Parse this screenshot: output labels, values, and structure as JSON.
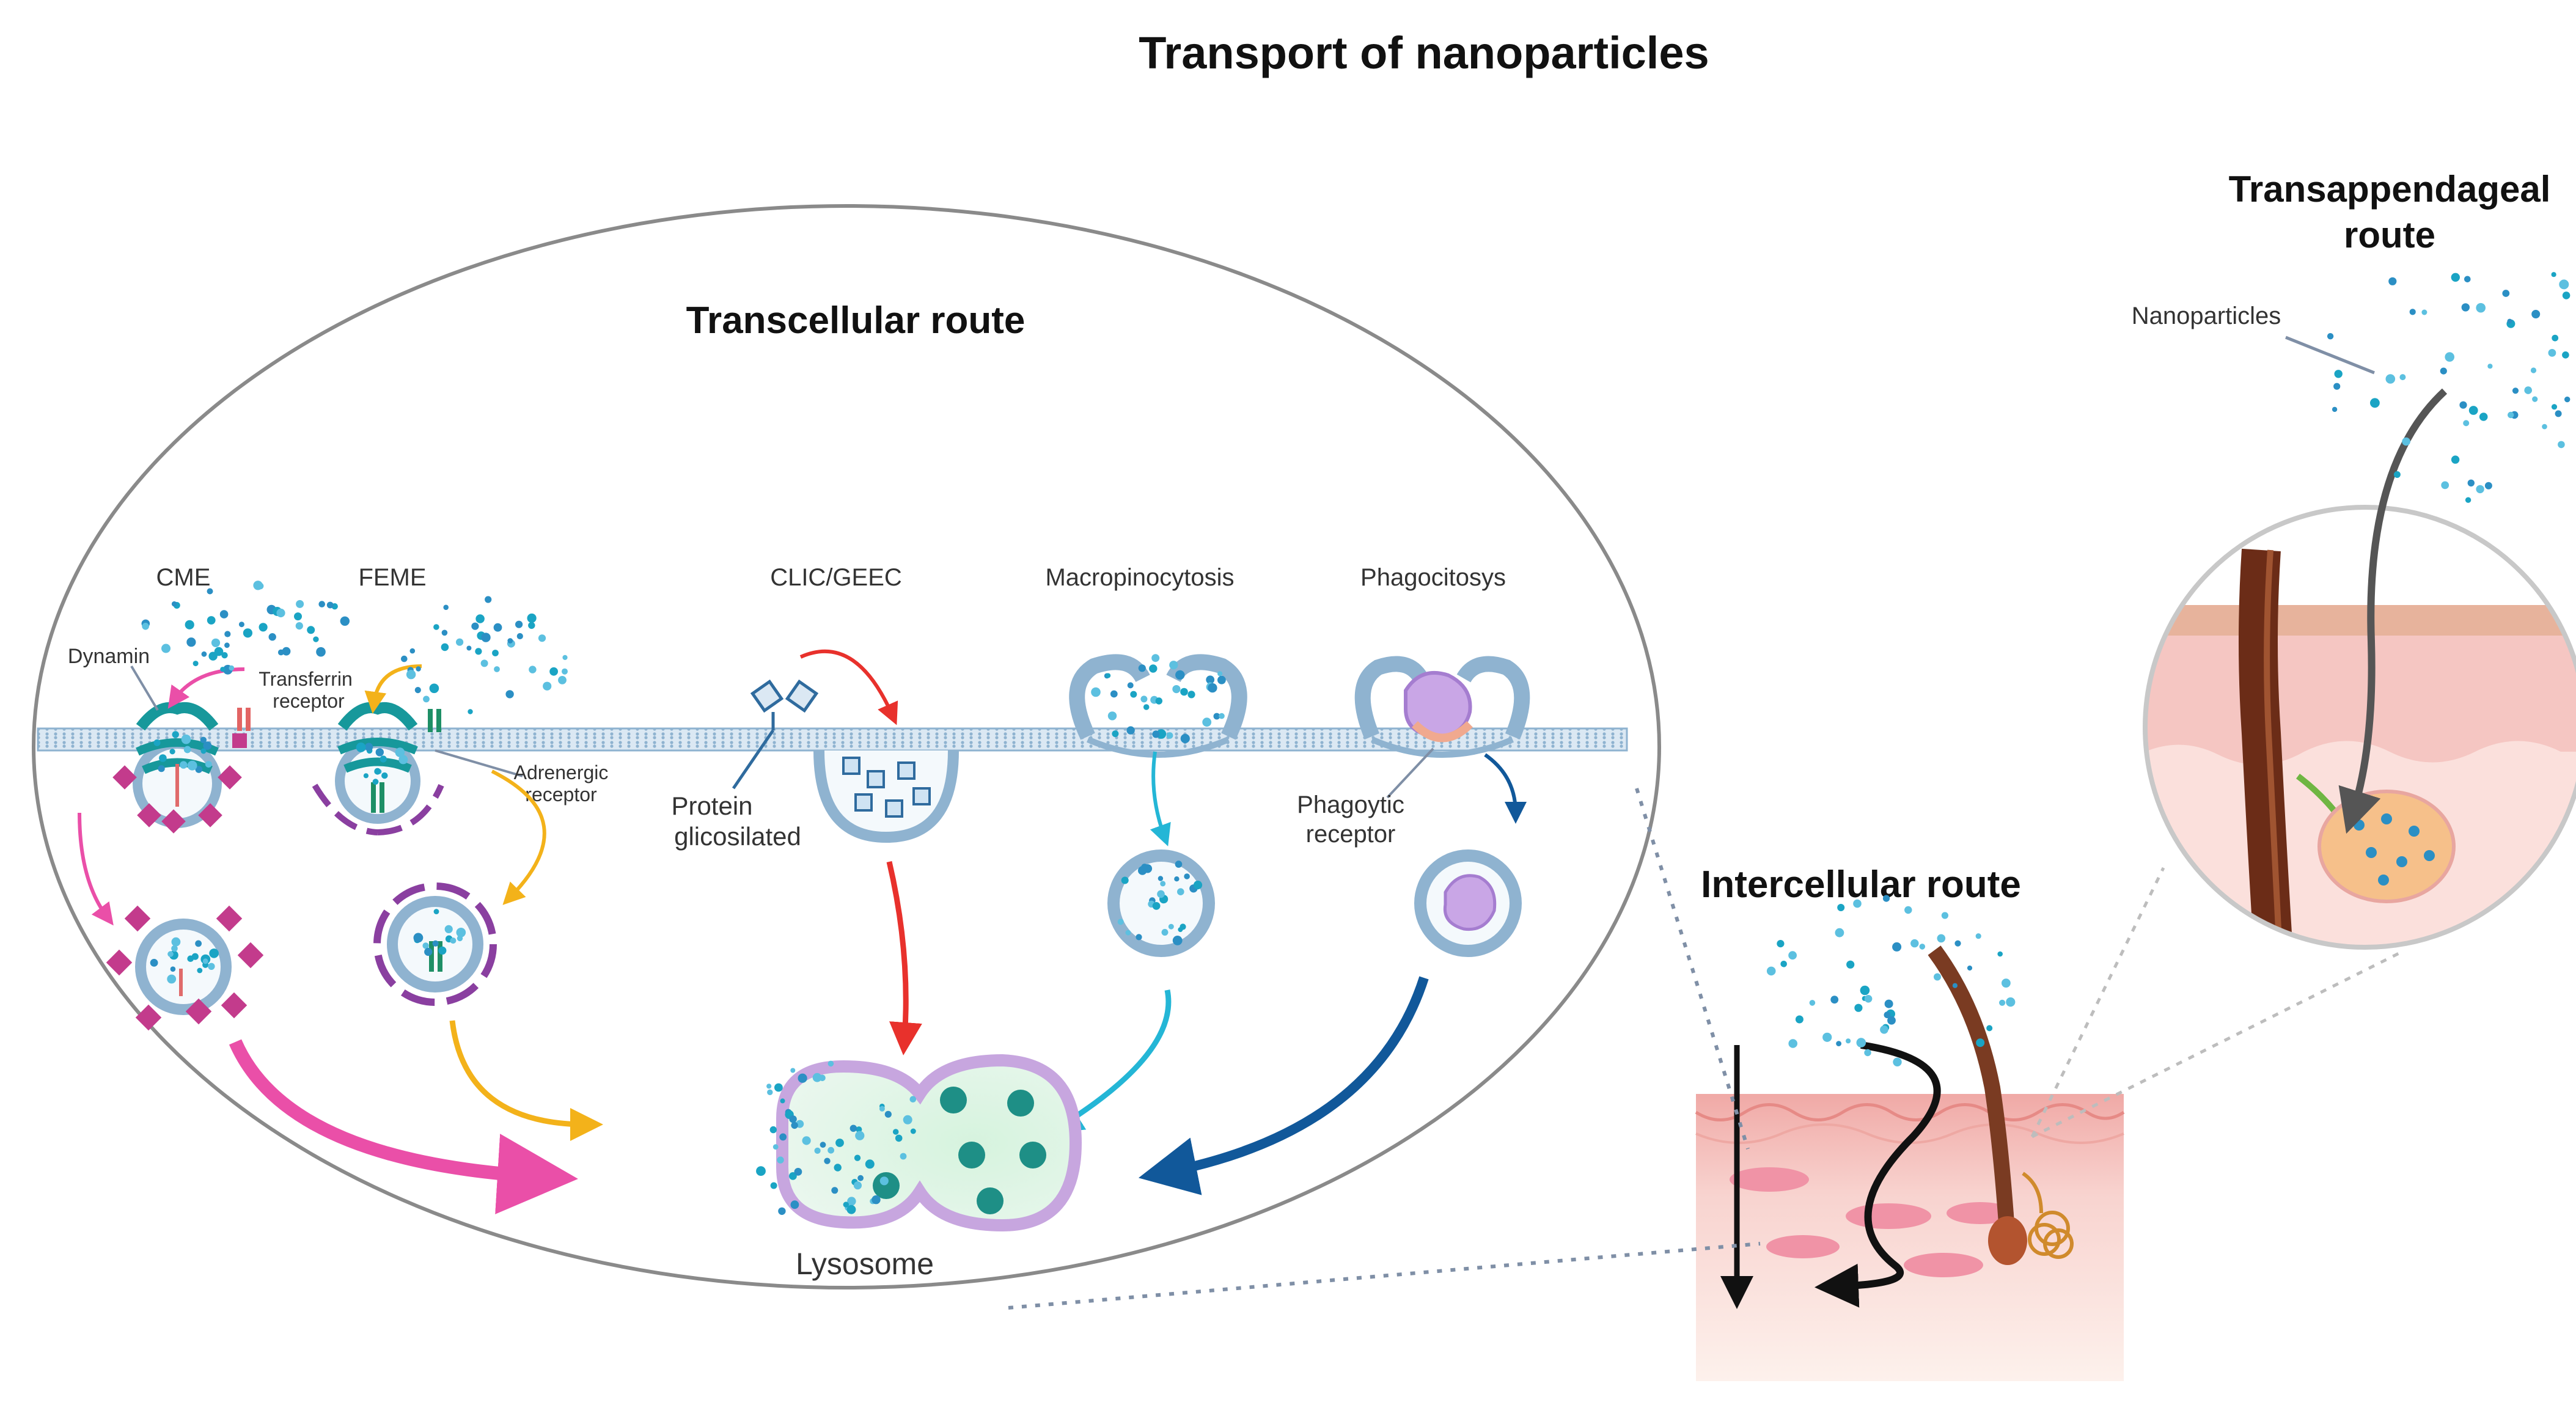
{
  "title": "Transport of nanoparticles",
  "transcellular": {
    "title": "Transcellular route",
    "pathways": {
      "cme": "CME",
      "feme": "FEME",
      "clic": "CLIC/GEEC",
      "macro": "Macropinocytosis",
      "phago": "Phagocitosys"
    },
    "labels": {
      "dynamin": "Dynamin",
      "transferrin_1": "Transferrin",
      "transferrin_2": "receptor",
      "adrenergic_1": "Adrenergic",
      "adrenergic_2": "receptor",
      "protein_1": "Protein",
      "protein_2": "glicosilated",
      "phagoytic_1": "Phagoytic",
      "phagoytic_2": "receptor",
      "lysosome": "Lysosome"
    }
  },
  "intercellular": {
    "title": "Intercellular route"
  },
  "transappendageal": {
    "title_1": "Transappendageal",
    "title_2": "route",
    "nanoparticles": "Nanoparticles"
  },
  "colors": {
    "membrane": "#b9d3e6",
    "dot_blue": "#2b8fc4",
    "dot_teal": "#1aa4c4",
    "cme_pink": "#ea4fa8",
    "feme_yellow": "#f3b21a",
    "clic_red": "#e8312c",
    "macro_cyan": "#24b6d6",
    "phago_navy": "#11589a",
    "skin_pink": "#f5c6c2",
    "hair_brown": "#7a3b22"
  }
}
